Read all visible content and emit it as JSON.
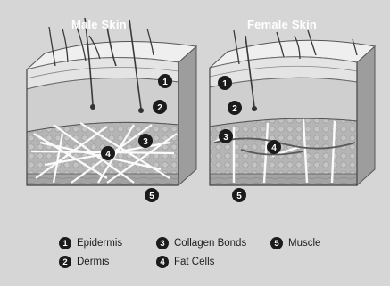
{
  "panels": [
    {
      "title": "Male Skin",
      "markers": [
        "1",
        "2",
        "3",
        "4",
        "5"
      ]
    },
    {
      "title": "Female Skin",
      "markers": [
        "1",
        "2",
        "3",
        "4",
        "5"
      ]
    }
  ],
  "legend": [
    {
      "num": "1",
      "label": "Epidermis"
    },
    {
      "num": "2",
      "label": "Dermis"
    },
    {
      "num": "3",
      "label": "Collagen Bonds"
    },
    {
      "num": "4",
      "label": "Fat Cells"
    },
    {
      "num": "5",
      "label": "Muscle"
    }
  ],
  "colors": {
    "background": "#d6d6d6",
    "marker": "#1b1b1b",
    "tissue": "#a9a9a9",
    "fibers": "#ffffff"
  }
}
